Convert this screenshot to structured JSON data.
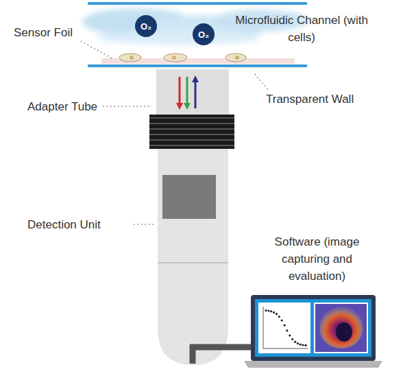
{
  "diagram": {
    "nodes": [
      {
        "text": [
          "O₂"
        ]
      },
      {
        "text": [
          "O₂"
        ]
      }
    ],
    "labels": [
      "Sensor Foil",
      "Microfluidic Channel (with cells)",
      "Transparent Wall",
      "Adapter Tube",
      "Detection Unit",
      "Software (image capturing and evaluation)"
    ]
  }
}
